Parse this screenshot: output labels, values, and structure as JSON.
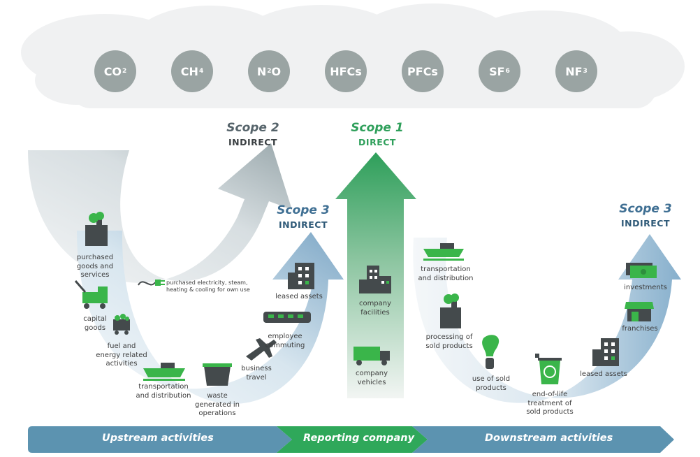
{
  "gases": [
    {
      "base": "CO",
      "sub": "2"
    },
    {
      "base": "CH",
      "sub": "4"
    },
    {
      "base": "N",
      "sub": "2",
      "rest": "O"
    },
    {
      "base": "HFCs",
      "sub": ""
    },
    {
      "base": "PFCs",
      "sub": ""
    },
    {
      "base": "SF",
      "sub": "6"
    },
    {
      "base": "NF",
      "sub": "3"
    }
  ],
  "scopes": {
    "scope2": {
      "title": "Scope 2",
      "subtitle": "INDIRECT"
    },
    "scope1": {
      "title": "Scope 1",
      "subtitle": "DIRECT"
    },
    "scope3_up": {
      "title": "Scope 3",
      "subtitle": "INDIRECT"
    },
    "scope3_down": {
      "title": "Scope 3",
      "subtitle": "INDIRECT"
    }
  },
  "upstream": {
    "purchased_goods": "purchased\ngoods and\nservices",
    "capital_goods": "capital\ngoods",
    "fuel_energy": "fuel and\nenergy related\nactivities",
    "transportation": "transportation\nand distribution",
    "waste": "waste\ngenerated in\noperations",
    "business_travel": "business\ntravel",
    "employee_commuting": "employee\ncommuting",
    "leased_assets": "leased assets",
    "purchased_electricity": "purchased electricity, steam,\nheating & cooling for own use"
  },
  "reporting": {
    "company_facilities": "company\nfacilities",
    "company_vehicles": "company\nvehicles"
  },
  "downstream": {
    "transportation": "transportation\nand distribution",
    "processing": "processing of\nsold products",
    "use": "use of sold\nproducts",
    "end_of_life": "end-of-life\ntreatment of\nsold products",
    "leased_assets": "leased assets",
    "franchises": "franchises",
    "investments": "investments"
  },
  "bands": {
    "upstream": "Upstream activities",
    "reporting": "Reporting company",
    "downstream": "Downstream activities"
  },
  "colors": {
    "gas": "#9aa4a3",
    "scope1": "#2e9f5a",
    "scope2": "#55636a",
    "scope3": "#3f6f93",
    "band_blue": "#5c93b0",
    "band_green": "#2fa85a",
    "icon_dark": "#444a4c",
    "icon_green": "#3ab54a"
  }
}
